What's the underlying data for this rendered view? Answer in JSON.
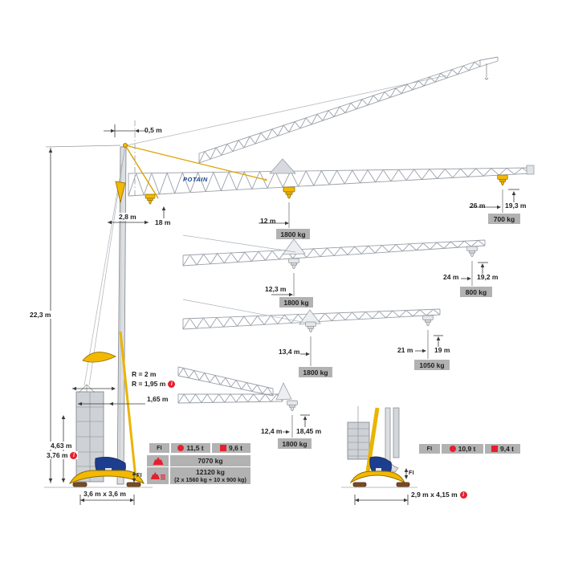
{
  "brand": {
    "logo": "POTAIN"
  },
  "colors": {
    "yellow": "#f3b800",
    "yellow_dark": "#8f6e00",
    "red": "#e5202e",
    "badge_gray": "#b2b2b2",
    "steel": "#9aa0a8",
    "cable": "#abb0b6",
    "blue": "#1d3e8f",
    "dim": "#3a3a3a",
    "pad": "#7c4b22"
  },
  "main_crane": {
    "dim_jib_offset": "0,5 m",
    "dim_height": "22,3 m",
    "dim_hook_offset": "2,8 m",
    "dim_hook_height": "18 m",
    "dim_radius_a": "R = 2 m",
    "dim_radius_b": "R = 1,95 m",
    "dim_tail": "1,65 m",
    "dim_ballast_a": "4,63 m",
    "dim_ballast_b": "3,76 m",
    "dim_footprint": "3,6 m x 3,6 m",
    "force_label": "FI"
  },
  "configs": [
    {
      "near_radius": "12 m",
      "near_load": "1800 kg",
      "tip_radius": "26 m",
      "tip_height": "19,3 m",
      "tip_load": "700 kg"
    },
    {
      "near_radius": "12,3 m",
      "near_load": "1800 kg",
      "tip_radius": "24 m",
      "tip_height": "19,2 m",
      "tip_load": "800 kg"
    },
    {
      "near_radius": "13,4 m",
      "near_load": "1800 kg",
      "tip_radius": "21 m",
      "tip_height": "19 m",
      "tip_load": "1050 kg"
    },
    {
      "near_radius": "12,4 m",
      "near_height": "18,45 m",
      "near_load": "1800 kg"
    }
  ],
  "spec_table_main": {
    "force_label": "FI",
    "max_capacity": "11,5 t",
    "tip_capacity": "9,6 t",
    "transport_weight": "7070 kg",
    "total_ballast": "12120 kg",
    "ballast_detail": "(2 x 1560 kg + 10 x 900 kg)"
  },
  "transport_crane": {
    "dim_footprint": "2,9 m x 4,15 m",
    "force_label": "FI"
  },
  "spec_table_transport": {
    "force_label": "FI",
    "max_capacity": "10,9 t",
    "tip_capacity": "9,4 t"
  }
}
